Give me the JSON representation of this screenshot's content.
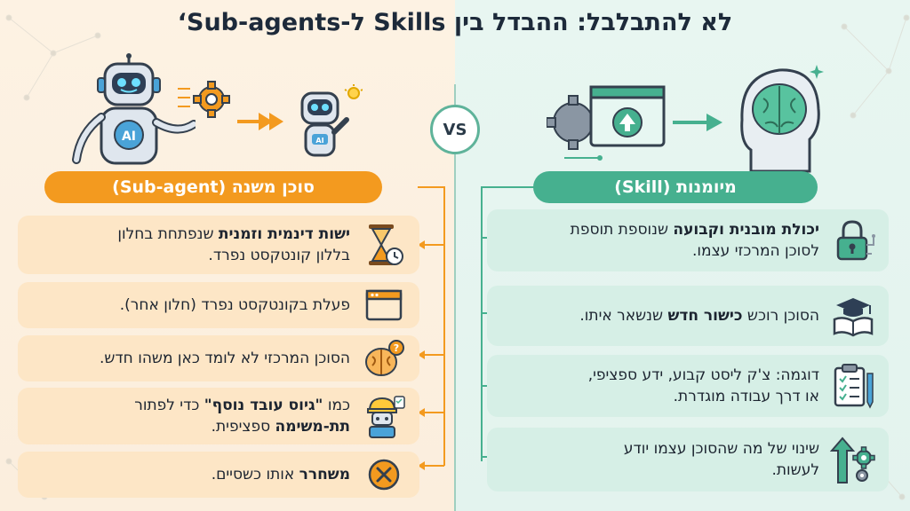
{
  "title": "לא להתבלבל: ההבדל בין Skills ל-Sub-agents‘",
  "vs_label": "VS",
  "robot_badge": "AI",
  "small_robot_badge": "AI",
  "left": {
    "header": "סוכן משנה (Sub-agent)",
    "cards": [
      {
        "bold": "ישות דינמית וזמנית",
        "rest": " שנפתחת בחלון",
        "line2": "בללון קונטקסט נפרד.",
        "icon": "hourglass-icon"
      },
      {
        "bold": "",
        "rest": "פעלת בקונטקסט נפרד (חלון אחר).",
        "line2": "",
        "icon": "window-icon"
      },
      {
        "bold": "",
        "rest": "הסוכן המרכזי לא לומד כאן משהו חדש.",
        "line2": "",
        "icon": "brain-question-icon"
      },
      {
        "pre": "כמו ",
        "bold": "\"גיוס עובד נוסף\"",
        "rest": " כדי לפתור",
        "bold2": "תת-משימה",
        "line2": " ספציפית.",
        "icon": "worker-icon"
      },
      {
        "bold": "משחרר",
        "rest": " אותו כשסיים.",
        "line2": "",
        "icon": "close-circle-icon"
      }
    ]
  },
  "right": {
    "header": "מיומנות (Skill)",
    "cards": [
      {
        "bold": "יכולת מובנית וקבועה",
        "rest": " שנוספת תוספת",
        "line2": "לסוכן המרכזי עצמו.",
        "icon": "lock-circuit-icon"
      },
      {
        "pre": "הסוכן רוכש ",
        "bold": "כישור חדש",
        "rest": " שנשאר איתו.",
        "line2": "",
        "icon": "book-graduation-icon"
      },
      {
        "bold": "",
        "rest": "דוגמה: צ'ק ליסט קבוע, ידע ספציפי,",
        "line2": "או דרך עבודה מוגדרת.",
        "icon": "checklist-icon"
      },
      {
        "bold": "",
        "rest": "שינוי של מה שהסוכן עצמו יודע",
        "line2": "לעשות.",
        "icon": "growth-gear-icon"
      }
    ]
  },
  "colors": {
    "orange": "#f39a1f",
    "green": "#46b08f",
    "card_orange": "#fde6c6",
    "card_green": "#d6efe6"
  }
}
